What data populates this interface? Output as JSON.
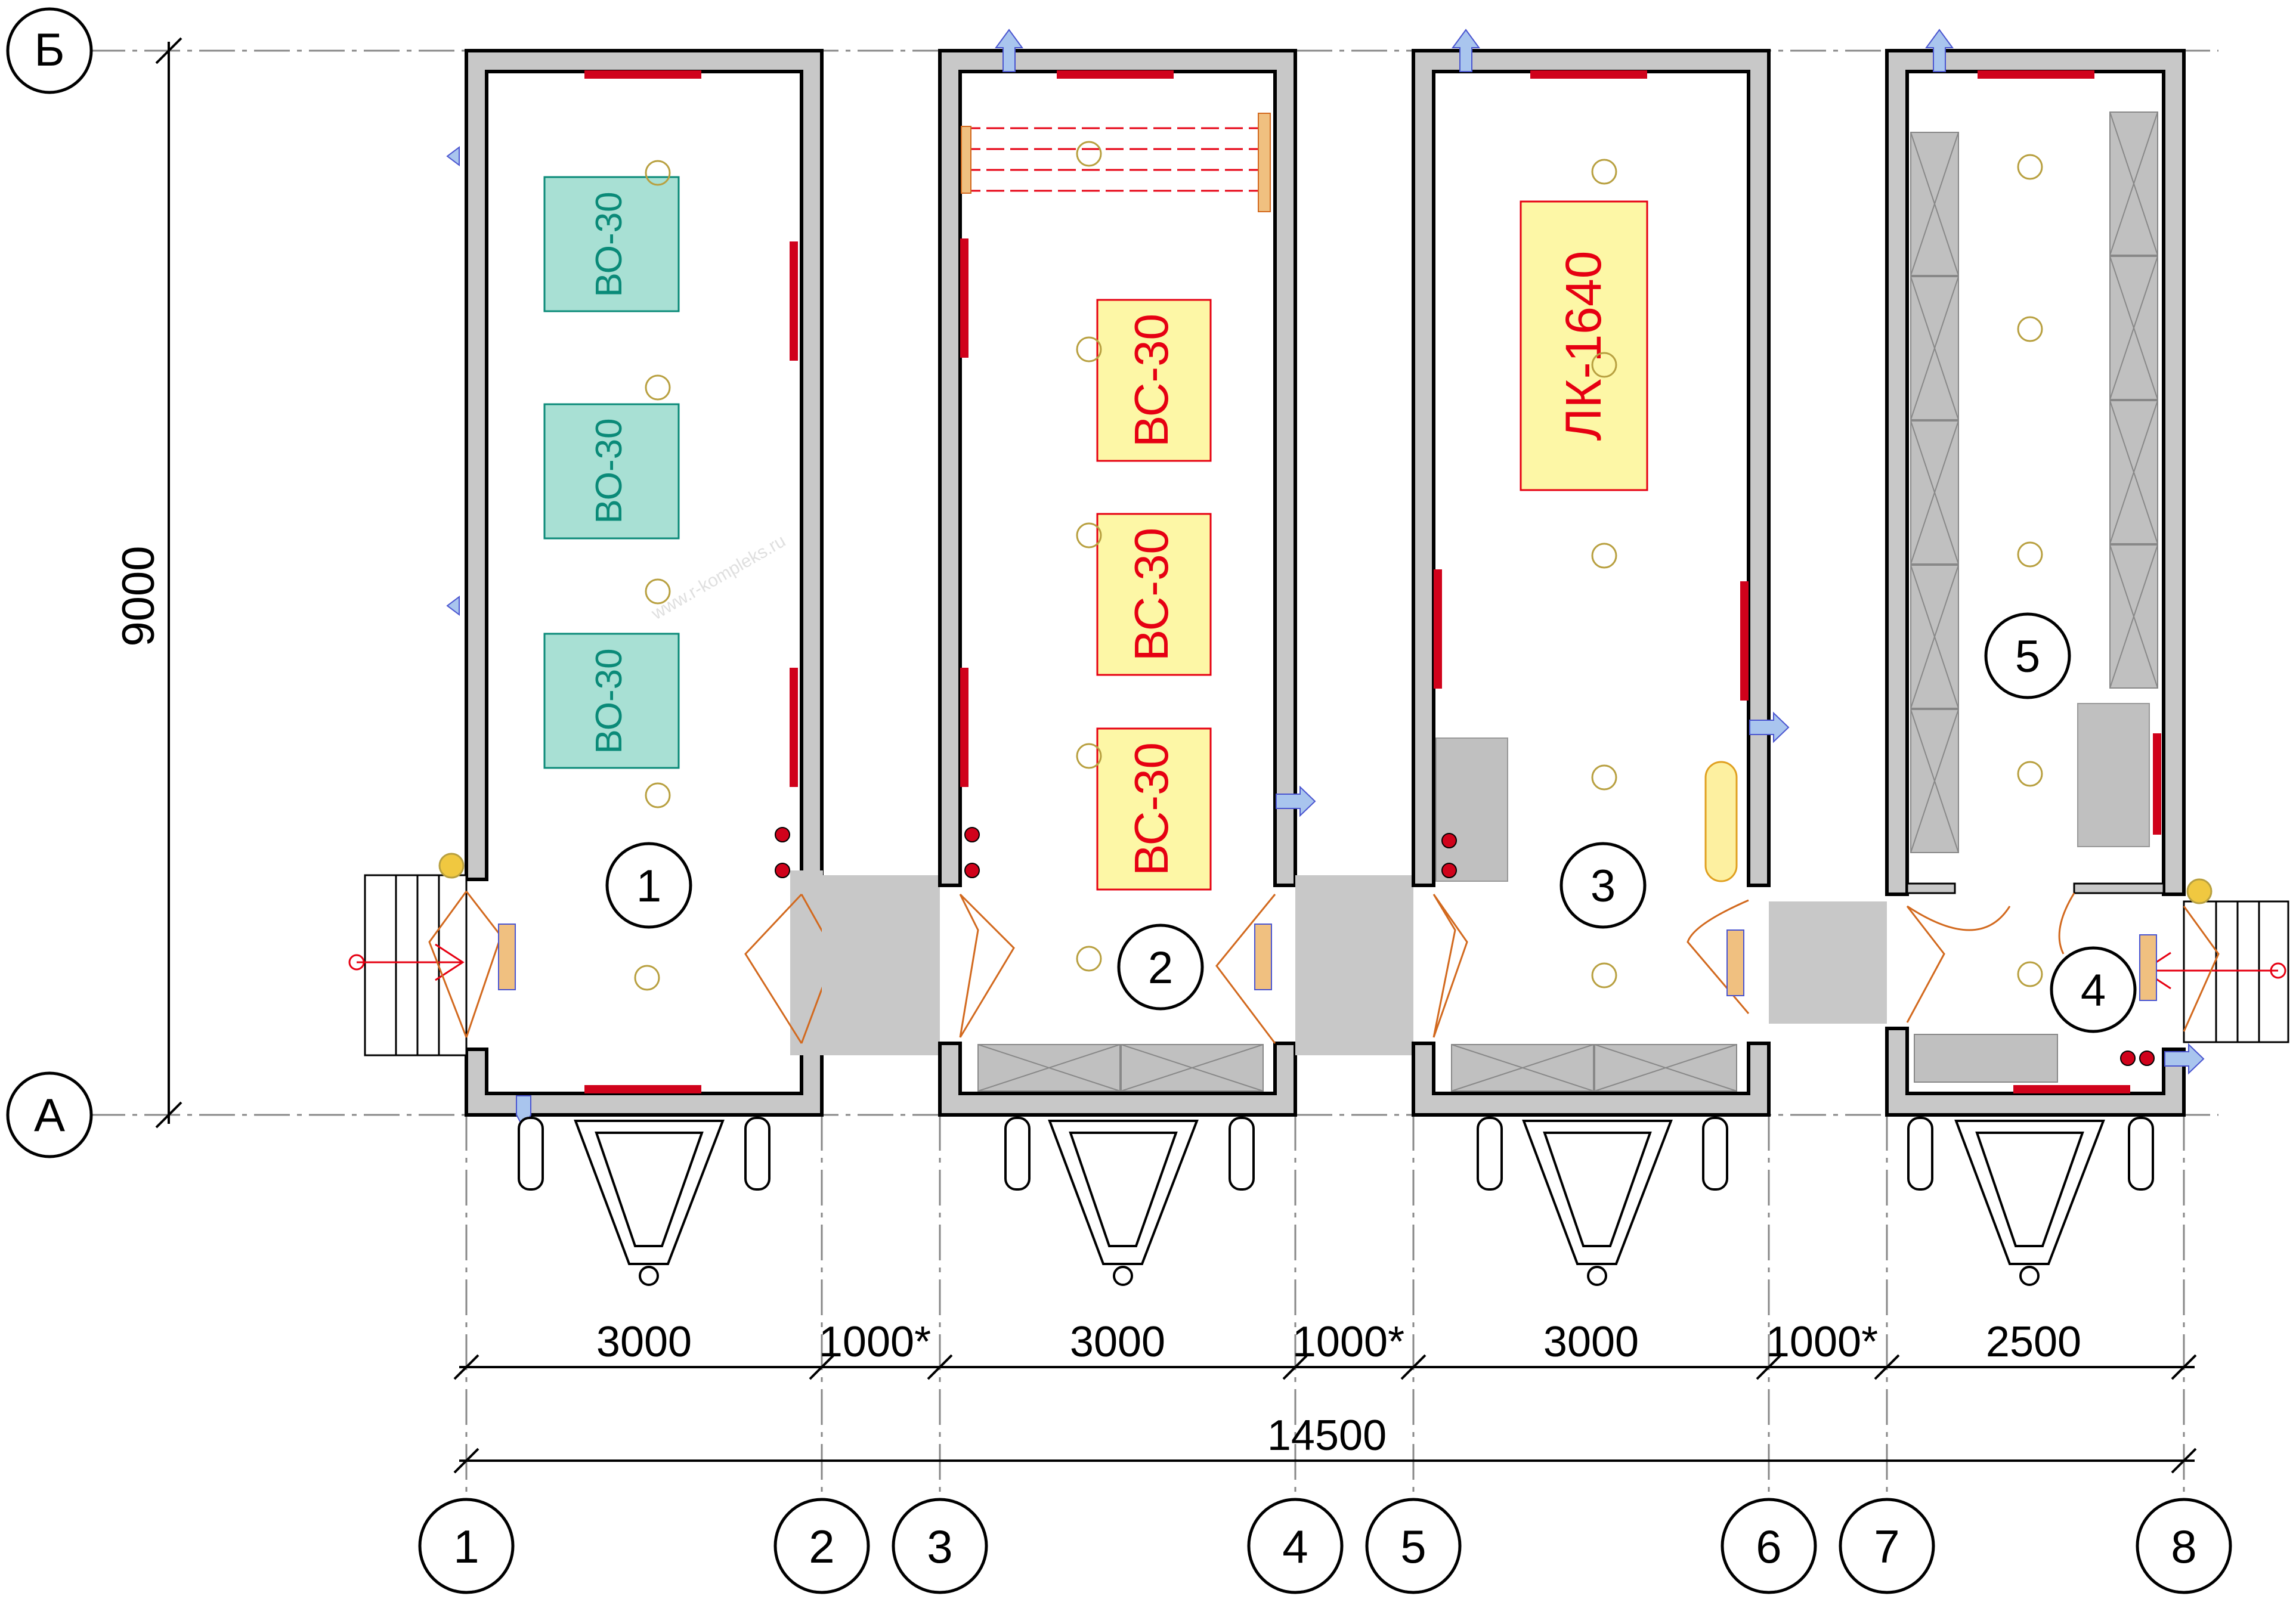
{
  "axes": {
    "rows": [
      "А",
      "Б"
    ],
    "columns": [
      "1",
      "2",
      "3",
      "4",
      "5",
      "6",
      "7",
      "8"
    ]
  },
  "dimensions": {
    "height_mm": "9000",
    "segments": [
      "3000",
      "1000*",
      "3000",
      "1000*",
      "3000",
      "1000*",
      "2500"
    ],
    "total": "14500"
  },
  "rooms": [
    "1",
    "2",
    "3",
    "4",
    "5"
  ],
  "equipment": {
    "dryers": [
      "ВО-30",
      "ВО-30",
      "ВО-30"
    ],
    "drying_cabinets": [
      "ВС-30",
      "ВС-30",
      "ВС-30"
    ],
    "paint_chamber": "ЛК-1640"
  },
  "watermark": "www.r-kompleks.ru",
  "colors": {
    "wall": "#c8c8c8",
    "wall_outline": "#000000",
    "window": "#d0021b",
    "dryer_fill": "#a8e0d4",
    "dryer_text": "#0a8a78",
    "cabinet_fill": "#fdf7a6",
    "cabinet_text": "#e60012",
    "door_arc": "#d2691e",
    "vent_arrow": "#a9c5ee",
    "lamp": "#b8a040",
    "radiator": "#f0c080",
    "storage": "#c0c0c0"
  }
}
